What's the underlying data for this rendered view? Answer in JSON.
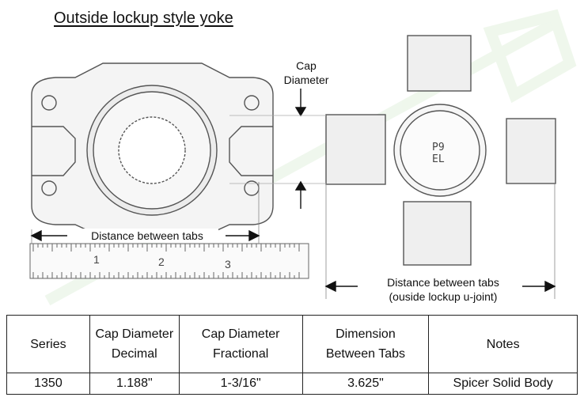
{
  "title": "Outside lockup style yoke",
  "labels": {
    "cap_diameter_line1": "Cap",
    "cap_diameter_line2": "Diameter",
    "yoke_distance": "Distance between tabs",
    "ujoint_distance_line1": "Distance between tabs",
    "ujoint_distance_line2": "(ouside lockup u-joint)"
  },
  "ruler": {
    "ticks": [
      "1",
      "2",
      "3"
    ]
  },
  "ujoint_stamp": {
    "line1": "P9",
    "line2": "EL"
  },
  "table": {
    "headers": [
      [
        "Series"
      ],
      [
        "Cap Diameter",
        "Decimal"
      ],
      [
        "Cap Diameter",
        "Fractional"
      ],
      [
        "Dimension",
        "Between Tabs"
      ],
      [
        "Notes"
      ]
    ],
    "rows": [
      [
        "1350",
        "1.188\"",
        "1-3/16\"",
        "3.625\"",
        "Spicer Solid Body"
      ]
    ]
  }
}
